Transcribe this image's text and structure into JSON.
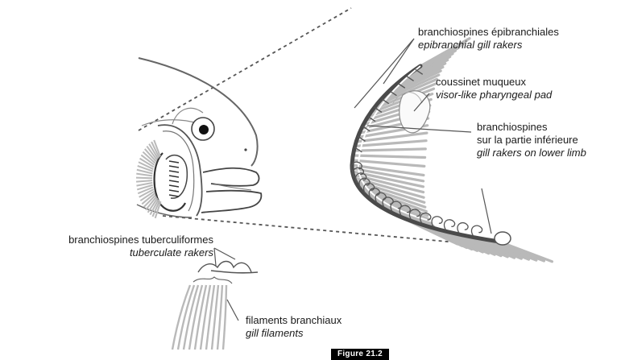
{
  "labels": {
    "epibranchial": {
      "fr": "branchiospines épibranchiales",
      "en": "epibranchial gill rakers"
    },
    "pad": {
      "fr": "coussinet muqueux",
      "en": "visor-like pharyngeal pad"
    },
    "lower": {
      "fr1": "branchiospines",
      "fr2": "sur la partie inférieure",
      "en": "gill rakers on lower limb"
    },
    "tuberculate": {
      "fr": "branchiospines tuberculiformes",
      "en": "tuberculate rakers"
    },
    "filaments": {
      "fr": "filaments branchiaux",
      "en": "gill filaments"
    }
  },
  "figure": {
    "label": "Figure 21.2"
  },
  "colors": {
    "line": "#6e6e6e",
    "filament": "#b9b9b9",
    "dark": "#222222"
  }
}
